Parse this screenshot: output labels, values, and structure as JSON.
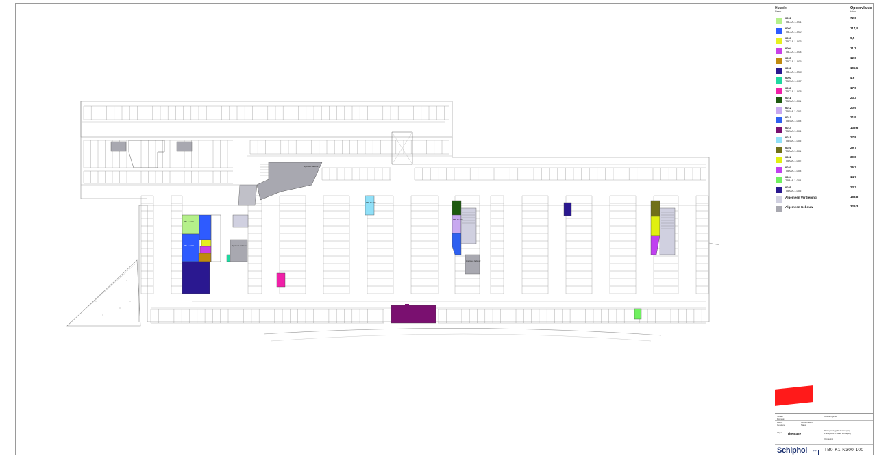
{
  "legend": {
    "header_left": "Huurder",
    "header_left_sub": "Naam",
    "header_right": "Oppervlakte",
    "header_right_sub": "totaal",
    "items": [
      {
        "code": "0001",
        "name": "TBC-A-1-001",
        "area": "72,6",
        "color": "#b5f08a"
      },
      {
        "code": "0002",
        "name": "TBC-A-1-002",
        "area": "117,4",
        "color": "#2e5bff"
      },
      {
        "code": "0003",
        "name": "TBC-A-1-003",
        "area": "9,5",
        "color": "#e6f020"
      },
      {
        "code": "0004",
        "name": "TBC-A-1-004",
        "area": "11,1",
        "color": "#c840e8"
      },
      {
        "code": "0005",
        "name": "TBC-A-1-005",
        "area": "12,6",
        "color": "#c08a10"
      },
      {
        "code": "0006",
        "name": "TBC-A-1-006",
        "area": "105,6",
        "color": "#2a1890"
      },
      {
        "code": "0007",
        "name": "TBC-A-1-007",
        "area": "4,6",
        "color": "#20d8a0"
      },
      {
        "code": "0008",
        "name": "TBC-A-1-008",
        "area": "17,0",
        "color": "#f020a8"
      },
      {
        "code": "0011",
        "name": "TBB-A-1-001",
        "area": "23,3",
        "color": "#1e5a10"
      },
      {
        "code": "0012",
        "name": "TBB-A-1-002",
        "area": "20,9",
        "color": "#c8a8f0"
      },
      {
        "code": "0013",
        "name": "TBB-A-1-003",
        "area": "21,9",
        "color": "#2e60f0"
      },
      {
        "code": "0014",
        "name": "TBB-A-1-004",
        "area": "139,6",
        "color": "#7a1070"
      },
      {
        "code": "0015",
        "name": "TBB-A-1-005",
        "area": "27,8",
        "color": "#90e0f8"
      },
      {
        "code": "0021",
        "name": "TBA-A-1-001",
        "area": "29,7",
        "color": "#707018"
      },
      {
        "code": "0022",
        "name": "TBA-A-1-002",
        "area": "39,8",
        "color": "#e0f010"
      },
      {
        "code": "0023",
        "name": "TBA-A-1-003",
        "area": "26,7",
        "color": "#c040f0"
      },
      {
        "code": "0024",
        "name": "TBA-A-1-004",
        "area": "14,7",
        "color": "#70f060"
      },
      {
        "code": "0025",
        "name": "TBA-A-1-005",
        "area": "23,3",
        "color": "#2a1890"
      }
    ],
    "general": [
      {
        "name": "Algemeen Verdieping",
        "area": "163,8",
        "color": "#d0d0e0"
      },
      {
        "name": "Algemeen Gebouw",
        "area": "329,3",
        "color": "#a8a8b0"
      }
    ]
  },
  "titleblock": {
    "project": "The Base",
    "drawing_number": "TB0-K1-N300-100",
    "logo": "Schiphol",
    "logo_badge": "group",
    "small_lines": [
      "Schaal",
      "Formaat",
      "Datum",
      "Getekend",
      "Gecontroleerd",
      "Status",
      "Opdrachtgever",
      "Object",
      "Verdieping"
    ],
    "notes": [
      "Plattegrond, gebied verdieping",
      "Plattegrond in kader verdieping"
    ]
  },
  "plan_labels": {
    "gebouw_top": "Algemeen Gebouw",
    "gebouw_mid": "Algemeen Gebouw",
    "gebouw_right": "Algemeen Gebouw",
    "unit_a": "TBC-A-1-001",
    "unit_b": "TBC-A-1-002",
    "unit_c": "TBB-A-1-005",
    "unit_d": "TBB-A-1-002"
  },
  "colors": {
    "line": "#8a8a8a",
    "wall": "#555555",
    "general_dark": "#a8a8b0",
    "general_light": "#d0d0e0"
  }
}
